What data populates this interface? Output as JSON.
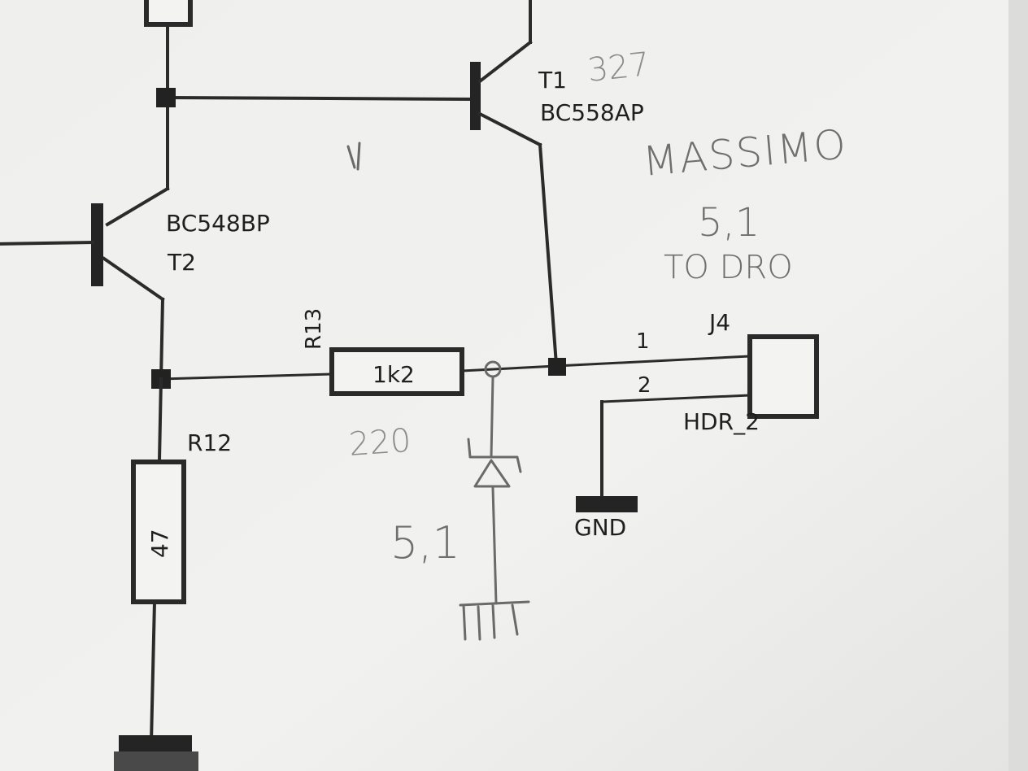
{
  "components": {
    "t1": {
      "ref": "T1",
      "part": "BC558AP"
    },
    "t2": {
      "part": "BC548BP",
      "ref": "T2"
    },
    "r13": {
      "ref": "R13",
      "value": "1k2"
    },
    "r12": {
      "ref": "R12",
      "value": "47"
    },
    "j4": {
      "ref": "J4",
      "part": "HDR_2",
      "pin1": "1",
      "pin2": "2"
    },
    "gnd": {
      "label": "GND"
    }
  },
  "handwritten": {
    "t1_note": "327",
    "name": "MASSIMO",
    "value_note": "5,1",
    "to_label": "TO DRO",
    "r13_note": "220",
    "zener_note": "5,1"
  },
  "colors": {
    "paper": "#f4f4f2",
    "ink": "#222222",
    "pencil": "#6f6f6f"
  }
}
